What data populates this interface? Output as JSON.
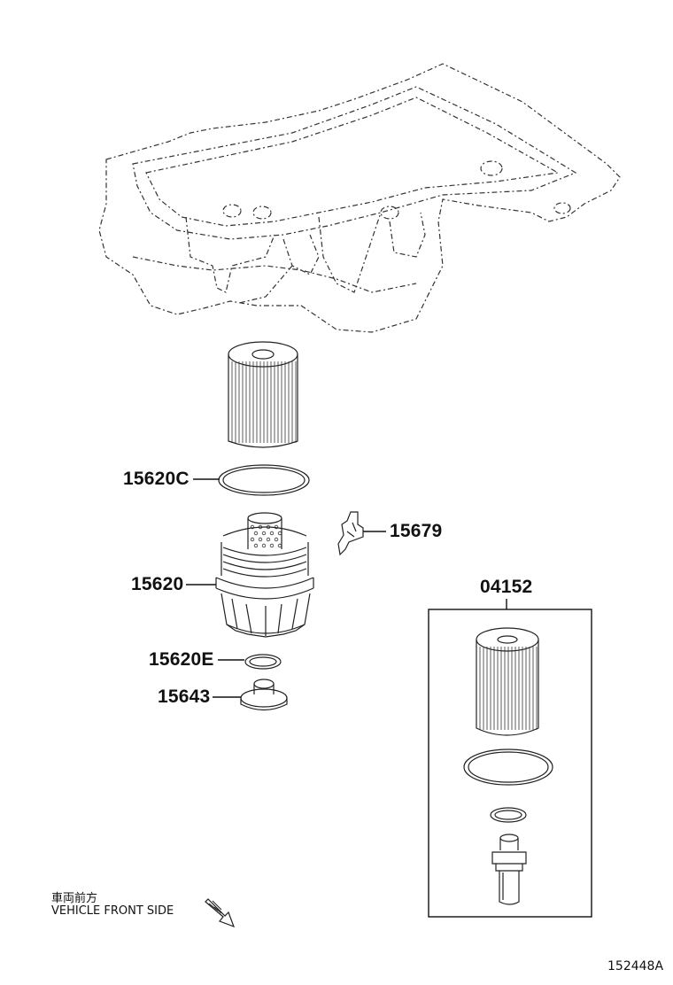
{
  "labels": {
    "p15620C": "15620C",
    "p15679": "15679",
    "p15620": "15620",
    "p04152": "04152",
    "p15620E": "15620E",
    "p15643": "15643"
  },
  "direction_note": {
    "japanese": "車両前方",
    "english": "VEHICLE FRONT SIDE"
  },
  "figure_id": "152448A"
}
